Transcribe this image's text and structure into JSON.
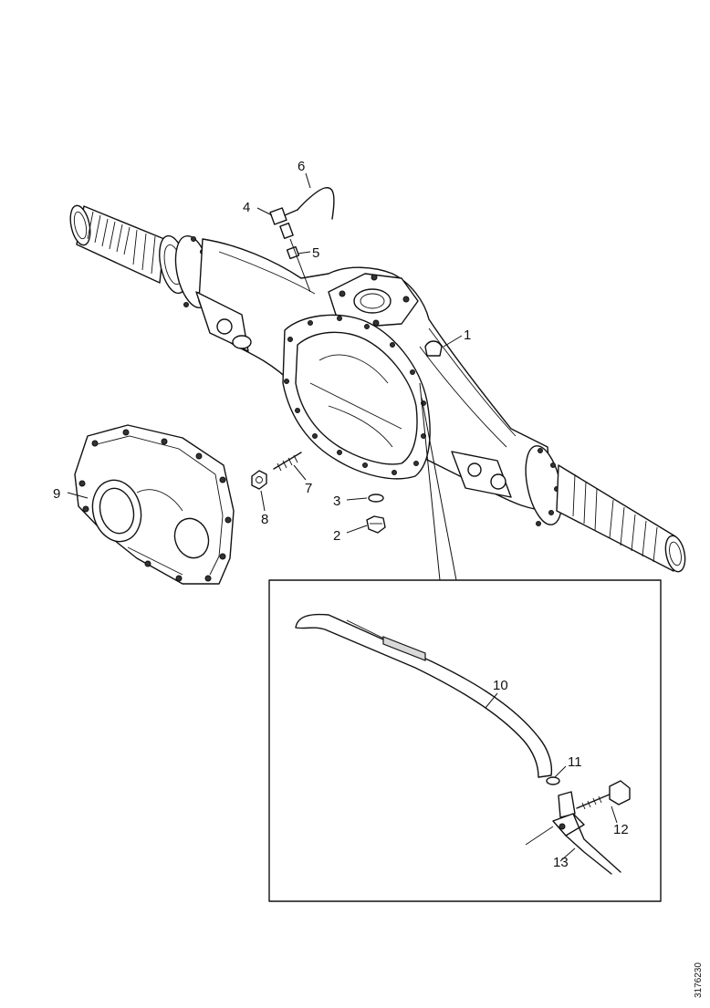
{
  "callouts": [
    {
      "id": "1",
      "text": "1"
    },
    {
      "id": "2",
      "text": "2"
    },
    {
      "id": "3",
      "text": "3"
    },
    {
      "id": "4",
      "text": "4"
    },
    {
      "id": "5",
      "text": "5"
    },
    {
      "id": "6",
      "text": "6"
    },
    {
      "id": "7",
      "text": "7"
    },
    {
      "id": "8",
      "text": "8"
    },
    {
      "id": "9",
      "text": "9"
    },
    {
      "id": "10",
      "text": "10"
    },
    {
      "id": "11",
      "text": "11"
    },
    {
      "id": "12",
      "text": "12"
    },
    {
      "id": "13",
      "text": "13"
    }
  ],
  "document_id": "3176230"
}
